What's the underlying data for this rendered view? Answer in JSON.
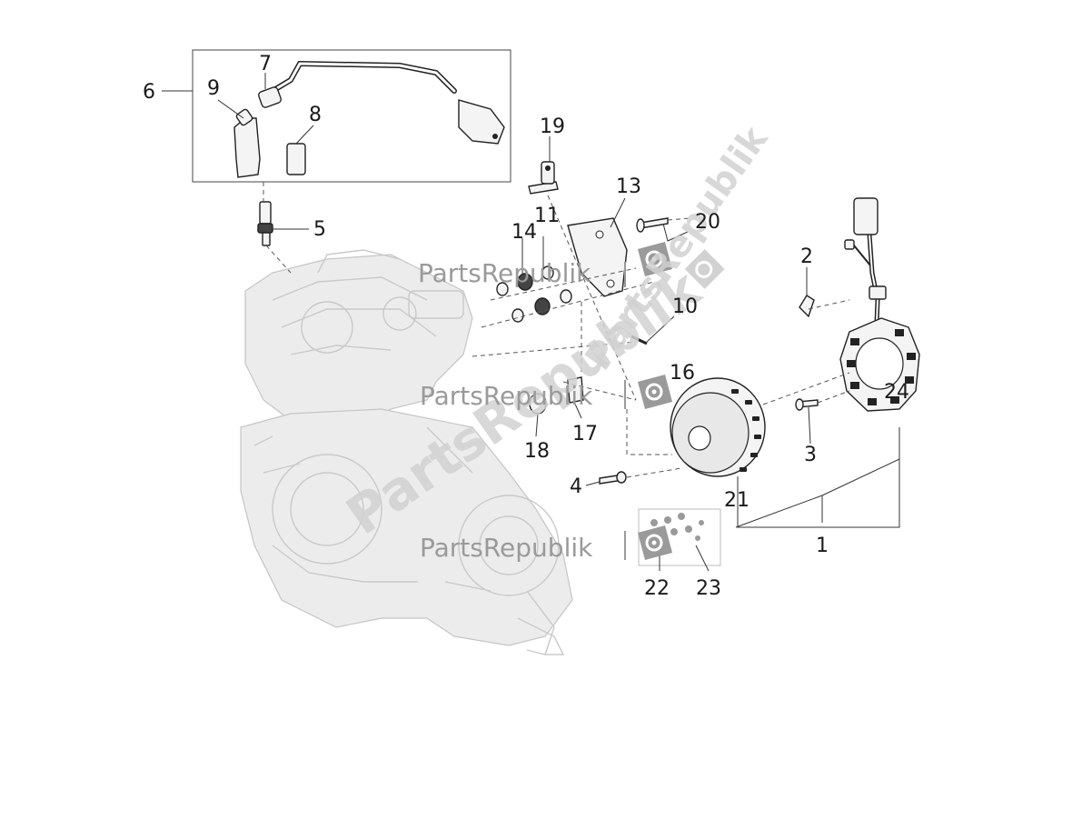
{
  "watermark": {
    "brand": "PartsRepublik",
    "icon": "gear-in-badge-icon"
  },
  "callouts": {
    "c1": "1",
    "c2": "2",
    "c3": "3",
    "c4": "4",
    "c5": "5",
    "c6": "6",
    "c7": "7",
    "c8": "8",
    "c9": "9",
    "c10": "10",
    "c11": "11",
    "c13": "13",
    "c14": "14",
    "c16": "16",
    "c17": "17",
    "c18": "18",
    "c19": "19",
    "c20": "20",
    "c21": "21",
    "c22": "22",
    "c23": "23",
    "c24": "24"
  },
  "colors": {
    "line": "#222222",
    "ghost_engine": "#c9c9c9",
    "watermark": "#9a9a9a"
  }
}
